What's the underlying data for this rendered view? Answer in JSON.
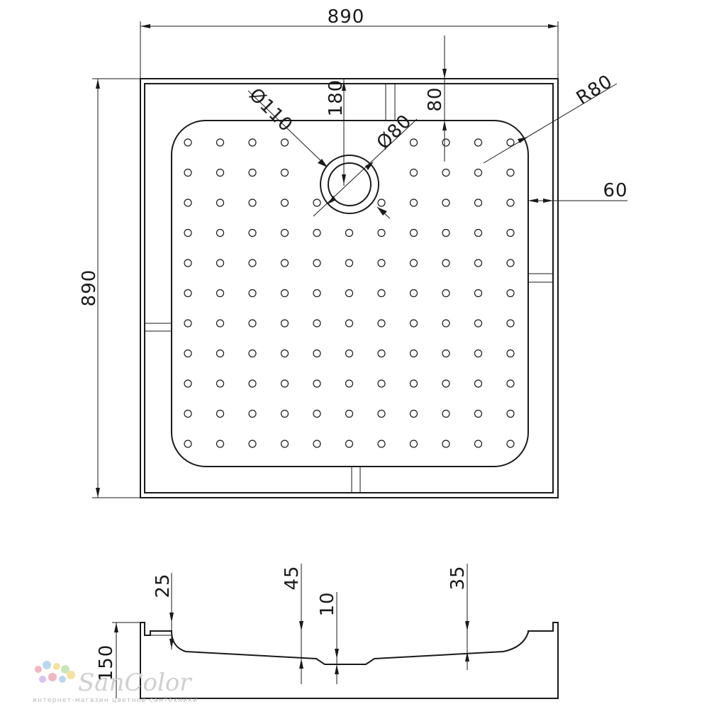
{
  "dimensions": {
    "top_width": "890",
    "side_height": "890",
    "outlet_outer_diameter": "Ø110",
    "outlet_inner_diameter": "Ø80",
    "outlet_center_offset": "180",
    "corner_gap": "80",
    "corner_radius": "R80",
    "rim_width": "60"
  },
  "profile": {
    "rim_offset": "25",
    "depth_left": "45",
    "drain_step": "10",
    "depth_right": "35",
    "total_height": "150"
  },
  "dot_grid": {
    "rows": 11,
    "cols": 11
  },
  "watermark": {
    "name": "SanColor",
    "tagline": "интернет-магазин цветной сантехники",
    "colors": [
      "#f4b6c2",
      "#b8d8f0",
      "#f7e1a0",
      "#c8e6b8",
      "#d9c2ec"
    ]
  }
}
